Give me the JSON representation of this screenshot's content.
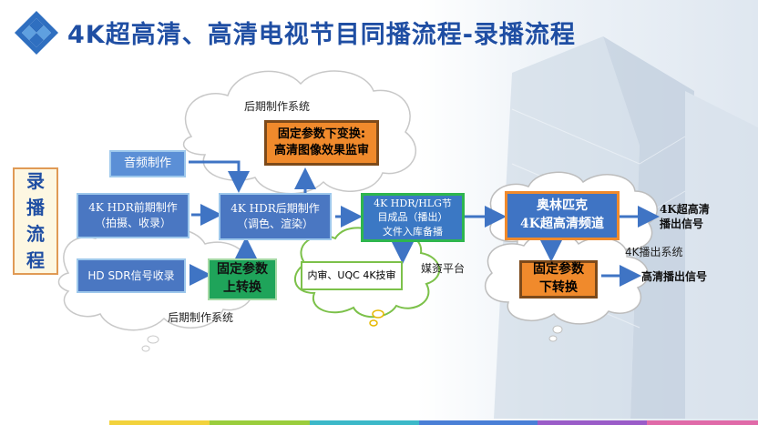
{
  "title": "4K超高清、高清电视节目同播流程-录播流程",
  "side_label": "录\n播\n流\n程",
  "clouds": {
    "post_top": "后期制作系统",
    "post_bottom": "后期制作系统",
    "media": "媒资平台",
    "broadcast": "4K播出系统"
  },
  "boxes": {
    "audio": "音频制作",
    "pre_prod": "4K HDR前期制作\n（拍摄、收录）",
    "hd_sdr": "HD SDR信号收录",
    "fixed_up": "固定参数\n上转换",
    "post_prod": "4K HDR后期制作\n（调色、渲染）",
    "fixed_down_top": "固定参数下变换:\n高清图像效果监审",
    "finished": "4K HDR/HLG节\n目成品（播出）\n文件入库备播",
    "review": "内审、UQC 4K技审",
    "olympic": "奥林匹克\n4K超高清频道",
    "fixed_down": "固定参数\n下转换"
  },
  "outputs": {
    "uhd": "4K超高清\n播出信号",
    "hd": "高清播出信号"
  },
  "colors": {
    "title": "#1f4ea3",
    "arrow": "#3f74c4",
    "box_blue": "#4a77c2",
    "box_green": "#1fa45a",
    "box_orange": "#f08a2c"
  }
}
